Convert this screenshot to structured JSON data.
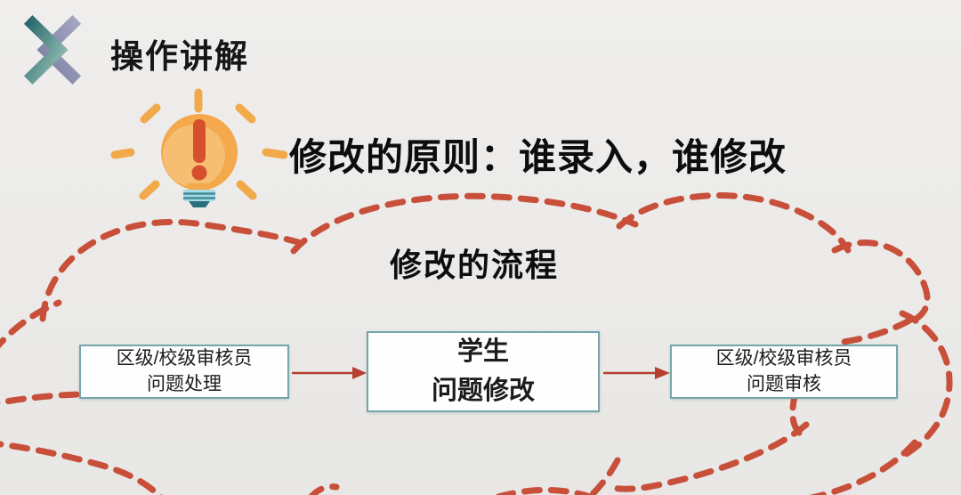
{
  "header": {
    "logo_title": "操作讲解"
  },
  "principle_title": "修改的原则：谁录入，谁修改",
  "flow": {
    "title": "修改的流程",
    "steps": [
      {
        "line1": "区级/校级审核员",
        "line2": "问题处理"
      },
      {
        "line1": "学生",
        "line2": "问题修改"
      },
      {
        "line1": "区级/校级审核员",
        "line2": "问题审核"
      }
    ]
  },
  "icons": {
    "brand": "x-chevron-logo",
    "tip": "lightbulb-exclamation-icon",
    "cloud": "dashed-thought-cloud",
    "arrows": [
      "flow-arrow-left-to-mid",
      "flow-arrow-mid-to-right"
    ]
  },
  "colors": {
    "background": "#ECEBE9",
    "cloud_dash": "#C8503A",
    "arrow": "#B5402F",
    "box_border": "#74A6AC",
    "box_fill": "#FEFEFE",
    "bulb_orange": "#F3A94C",
    "bulb_highlight": "#F6BE72",
    "bulb_exclamation_red": "#D6502D",
    "bulb_base_light_teal": "#A9DCE3",
    "bulb_base_dark_teal": "#2A6F80",
    "logo_teal_dark": "#26666B",
    "logo_teal_light": "#9CC3B8",
    "logo_purple": "#8F91B3",
    "text": "#0D0D0D"
  }
}
